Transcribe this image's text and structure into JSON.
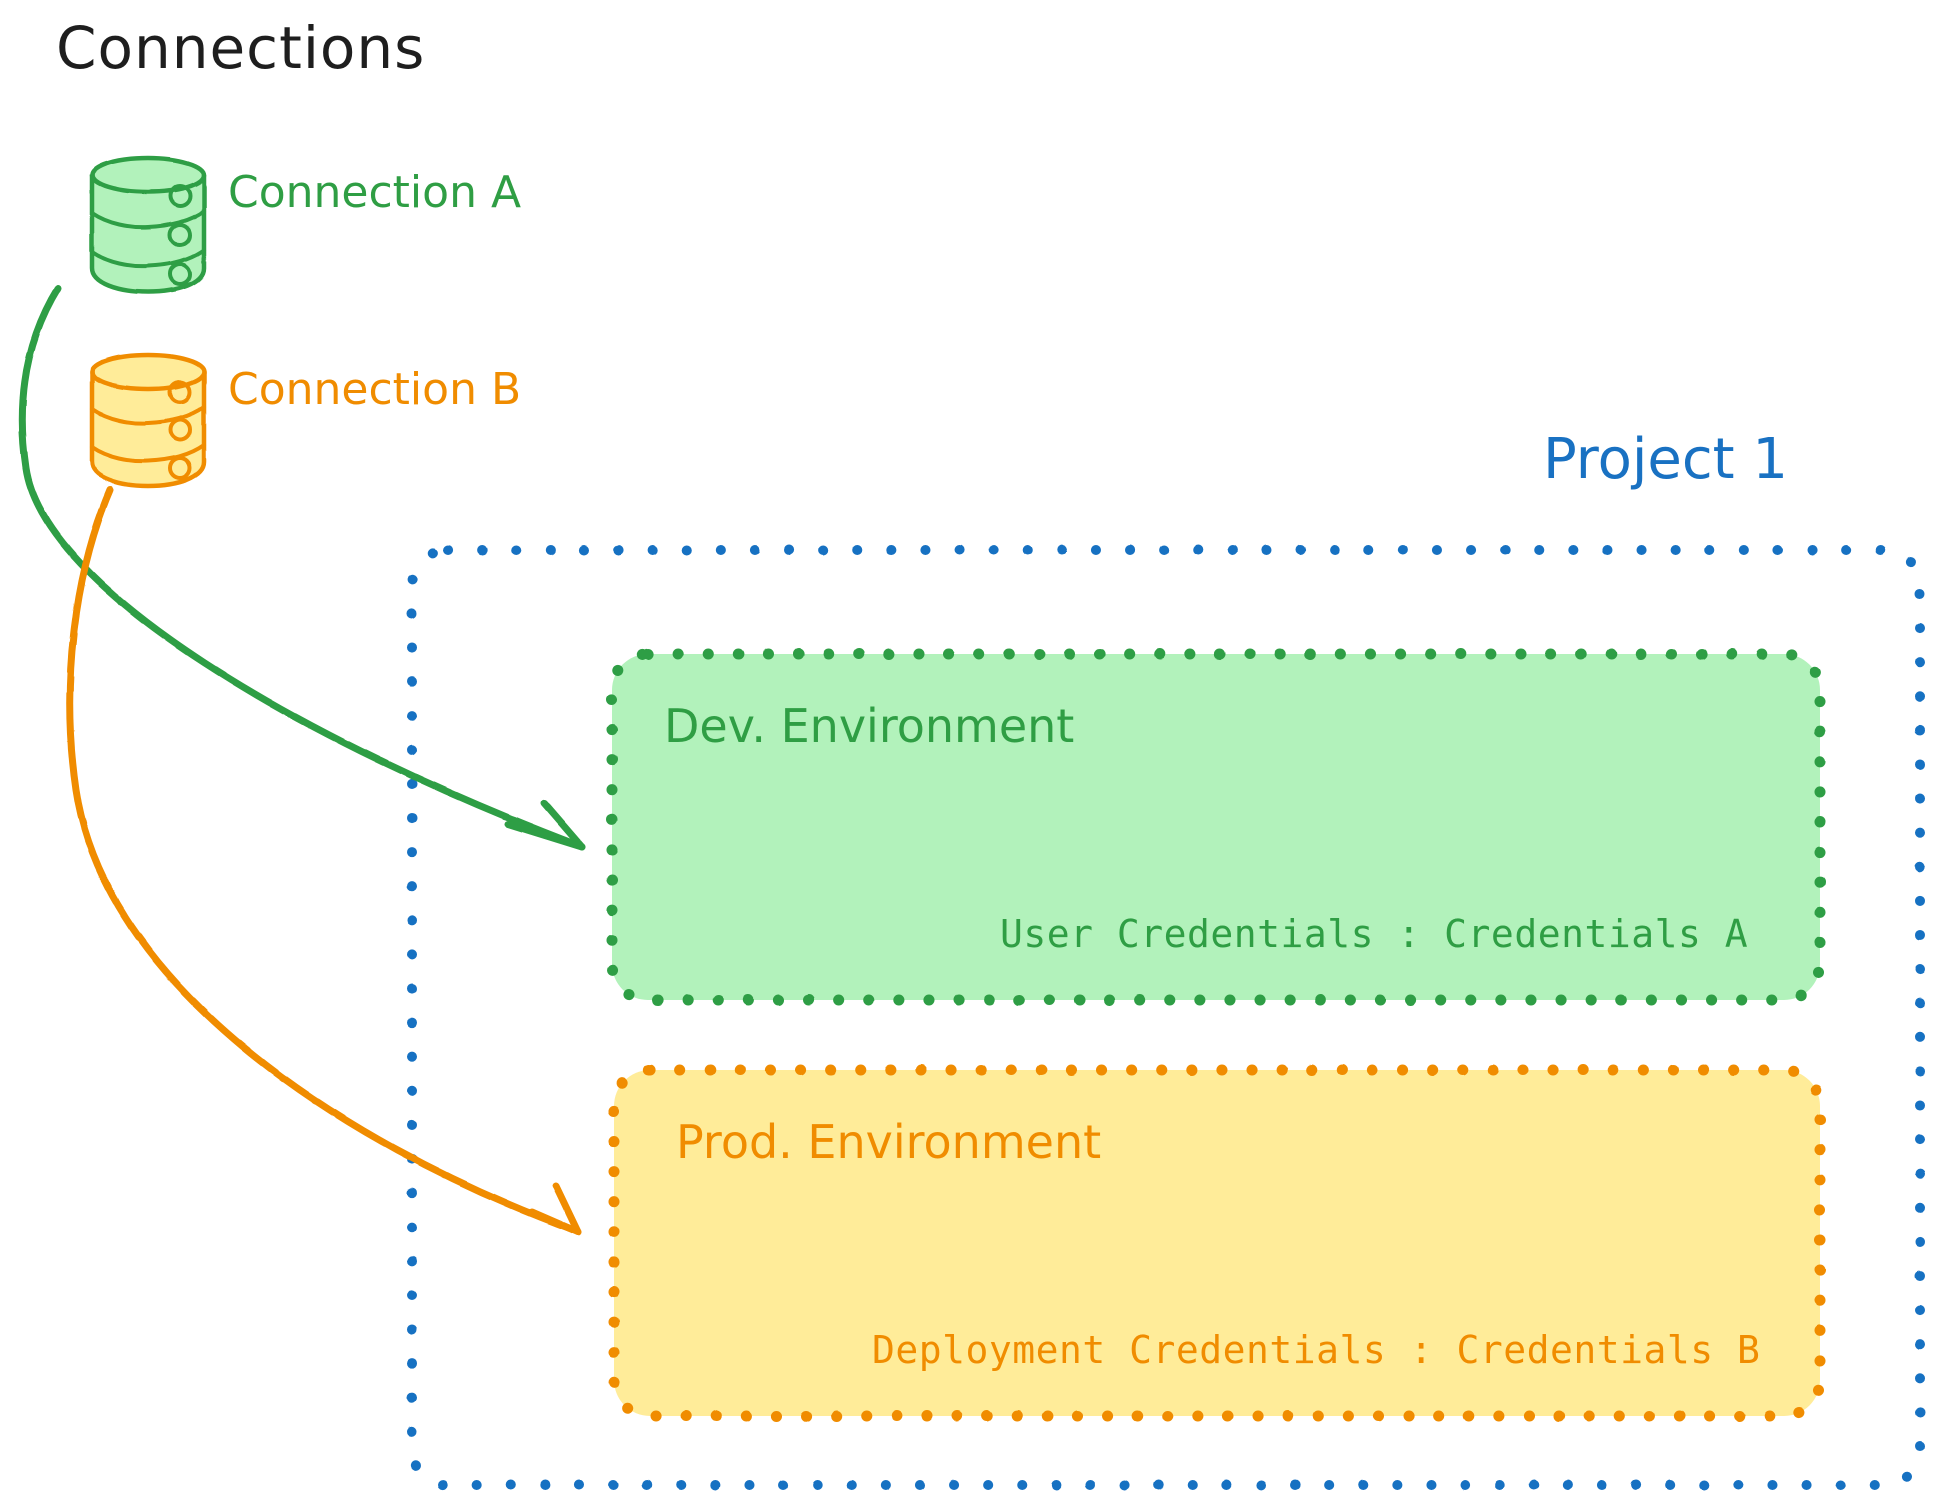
{
  "diagram": {
    "type": "architecture-diagram",
    "style": "hand-drawn",
    "background": "#ffffff",
    "heading": "Connections",
    "heading_color": "#1e1e1e"
  },
  "connections": {
    "section_label": "Connections",
    "items": [
      {
        "id": "connection-a",
        "label": "Connection A",
        "icon": "database-cylinder-icon",
        "stroke": "#2f9e44",
        "fill": "#b2f2bb",
        "text_color": "#2f9e44"
      },
      {
        "id": "connection-b",
        "label": "Connection B",
        "icon": "database-cylinder-icon",
        "stroke": "#f08c00",
        "fill": "#ffec99",
        "text_color": "#f08c00"
      }
    ]
  },
  "project": {
    "title": "Project 1",
    "title_color": "#1971c2",
    "border_color": "#1971c2",
    "border_style": "dotted",
    "environments": [
      {
        "id": "dev-environment",
        "title": "Dev. Environment",
        "credentials_key": "User Credentials",
        "credentials_separator": ":",
        "credentials_value": "Credentials A",
        "credentials_text": "User Credentials : Credentials A",
        "stroke": "#2f9e44",
        "fill": "#b2f2bb",
        "text_color": "#2f9e44"
      },
      {
        "id": "prod-environment",
        "title": "Prod. Environment",
        "credentials_key": "Deployment Credentials",
        "credentials_separator": ":",
        "credentials_value": "Credentials B",
        "credentials_text": "Deployment Credentials : Credentials B",
        "stroke": "#f08c00",
        "fill": "#ffec99",
        "text_color": "#f08c00"
      }
    ]
  },
  "arrows": [
    {
      "id": "arrow-connection-a-to-dev",
      "from": "connection-a",
      "to": "dev-environment",
      "color": "#2f9e44"
    },
    {
      "id": "arrow-connection-b-to-prod",
      "from": "connection-b",
      "to": "prod-environment",
      "color": "#f08c00"
    }
  ]
}
